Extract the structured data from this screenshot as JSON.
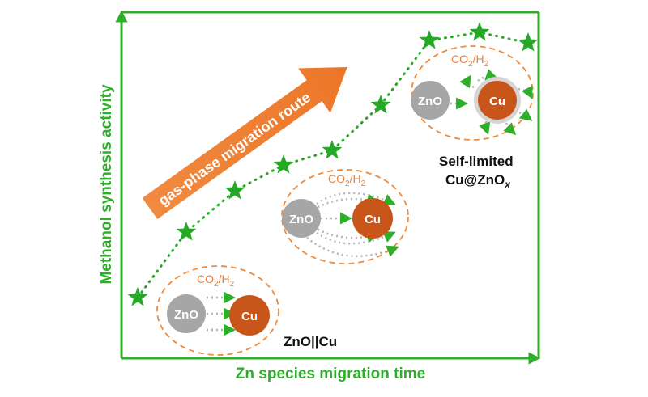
{
  "axes": {
    "y_label": "Methanol synthesis activity",
    "x_label": "Zn species migration time"
  },
  "arrow_label": "gas-phase migration route",
  "stages": [
    {
      "reactant_label": "CO2/H2",
      "zno_label": "ZnO",
      "cu_label": "Cu",
      "caption": "ZnO||Cu"
    },
    {
      "reactant_label": "CO2/H2",
      "zno_label": "ZnO",
      "cu_label": "Cu",
      "caption": ""
    },
    {
      "reactant_label": "CO2/H2",
      "zno_label": "ZnO",
      "cu_label": "Cu",
      "caption_line1": "Self-limited",
      "caption_line2_main": "Cu@ZnO",
      "caption_line2_sub": "x"
    }
  ],
  "colors": {
    "axis_green": "#2fae2a",
    "star_green": "#25a825",
    "arrow_orange": "#ef7f32",
    "cu_orange": "#c8551a",
    "zno_gray": "#a6a6a6",
    "dashed_orange": "#ef8a3c",
    "dot_gray": "#b5b5b5"
  },
  "icons": [
    "star-icon",
    "zno-particle",
    "cu-particle",
    "migration-arrow"
  ]
}
